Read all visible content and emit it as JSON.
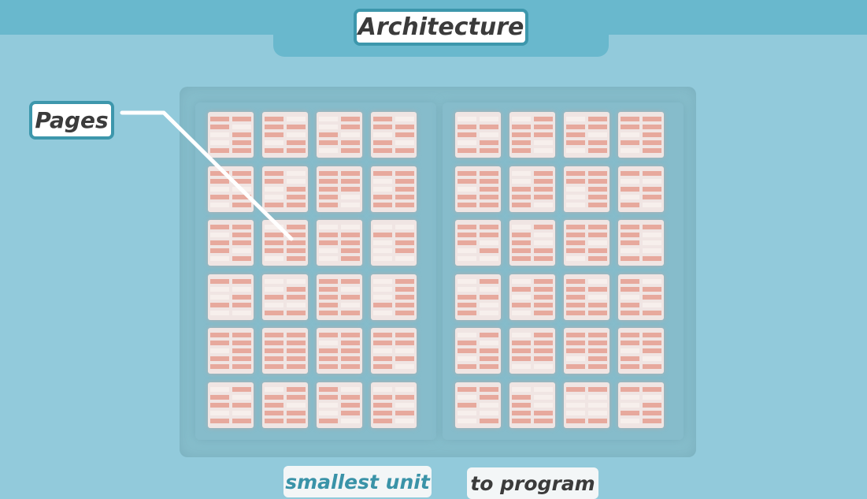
{
  "title": "Architecture",
  "callout_label": "Pages",
  "captions": [
    "smallest unit",
    "to program"
  ],
  "memory_array": {
    "planes": 2,
    "block_rows": 6,
    "block_columns_per_plane": 4,
    "pages_per_block_column": 5,
    "page_columns_per_block": 2
  },
  "colors": {
    "background": "#92cadb",
    "header": "#69b8cd",
    "label_border": "#3d97ac",
    "page": "#e7a99d",
    "page_highlight": "#f7efec",
    "caption_accent": "#3a93a8"
  }
}
